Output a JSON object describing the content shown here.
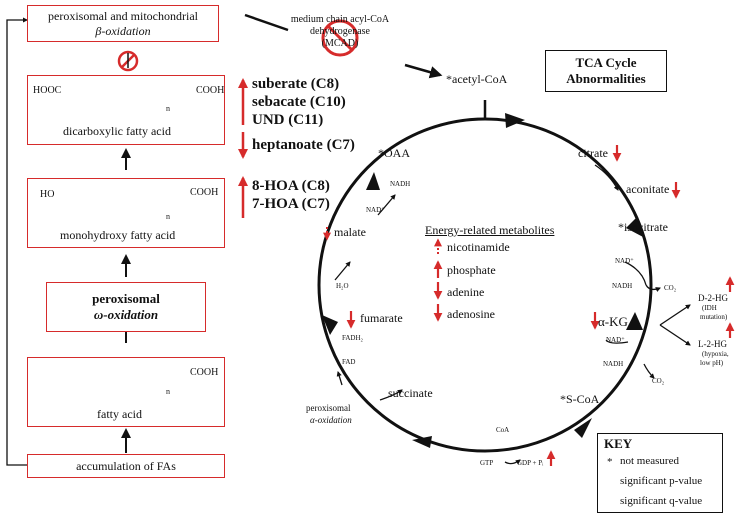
{
  "left_pathway": {
    "beta_oxidation": {
      "line1": "peroxisomal and mitochondrial",
      "line2": "β-oxidation"
    },
    "dicarboxylic": {
      "hooc": "HOOC",
      "cooh": "COOH",
      "n": "n",
      "caption": "dicarboxylic fatty acid"
    },
    "monohydroxy": {
      "ho": "HO",
      "cooh": "COOH",
      "n": "n",
      "caption": "monohydroxy fatty acid"
    },
    "omega_oxidation": {
      "line1": "peroxisomal",
      "line2": "ω-oxidation"
    },
    "fatty_acid": {
      "cooh": "COOH",
      "n": "n",
      "caption": "fatty acid"
    },
    "accumulation": "accumulation of FAs",
    "dicarboxylic_metabolites": [
      {
        "label": "suberate (C8)",
        "direction": "up"
      },
      {
        "label": "sebacate (C10)",
        "direction": "up"
      },
      {
        "label": "UND (C11)",
        "direction": "up"
      },
      {
        "label": "heptanoate (C7)",
        "direction": "down"
      }
    ],
    "hydroxy_metabolites": [
      {
        "label": "8-HOA (C8)",
        "direction": "up"
      },
      {
        "label": "7-HOA (C7)",
        "direction": "up"
      }
    ]
  },
  "mcad": {
    "line1": "medium chain acyl-CoA",
    "line2": "dehydrogenase",
    "line3": "(MCAD)"
  },
  "title": {
    "line1": "TCA Cycle",
    "line2": "Abnormalities"
  },
  "tca": {
    "acetyl_coa": "*acetyl-CoA",
    "citrate": "citrate",
    "aconitate": "aconitate",
    "isocitrate": "*isocitrate",
    "nad1": "NAD⁺",
    "nadh1": "NADH",
    "co2_1": "CO₂",
    "akg": "α-KG",
    "d2hg": "D-2-HG",
    "d2hg_note1": "(IDH",
    "d2hg_note2": "mutation)",
    "l2hg": "L-2-HG",
    "l2hg_note1": "(hypoxia,",
    "l2hg_note2": "low pH)",
    "nad2": "NAD⁺",
    "nadh2": "NADH",
    "co2_2": "CO₂",
    "scoa": "*S-CoA",
    "coa": "CoA",
    "gtp": "GTP",
    "gdp": "GDP + Pᵢ",
    "succinate": "succinate",
    "perox_alpha1": "peroxisomal",
    "perox_alpha2": "α-oxidation",
    "fad": "FAD",
    "fadh2": "FADH₂",
    "fumarate": "fumarate",
    "h2o": "H₂O",
    "malate": "malate",
    "nad3": "NAD⁺",
    "nadh3": "NADH",
    "oaa": "*OAA"
  },
  "energy": {
    "title": "Energy-related metabolites",
    "items": [
      {
        "label": "nicotinamide",
        "direction": "up",
        "significance": "p"
      },
      {
        "label": "phosphate",
        "direction": "up",
        "significance": "q"
      },
      {
        "label": "adenine",
        "direction": "down",
        "significance": "q"
      },
      {
        "label": "adenosine",
        "direction": "down",
        "significance": "q"
      }
    ]
  },
  "key": {
    "title": "KEY",
    "star": "*",
    "not_measured": "not measured",
    "p_value": "significant p-value",
    "q_value": "significant q-value"
  },
  "colors": {
    "red": "#d62b2b",
    "black": "#111111"
  }
}
